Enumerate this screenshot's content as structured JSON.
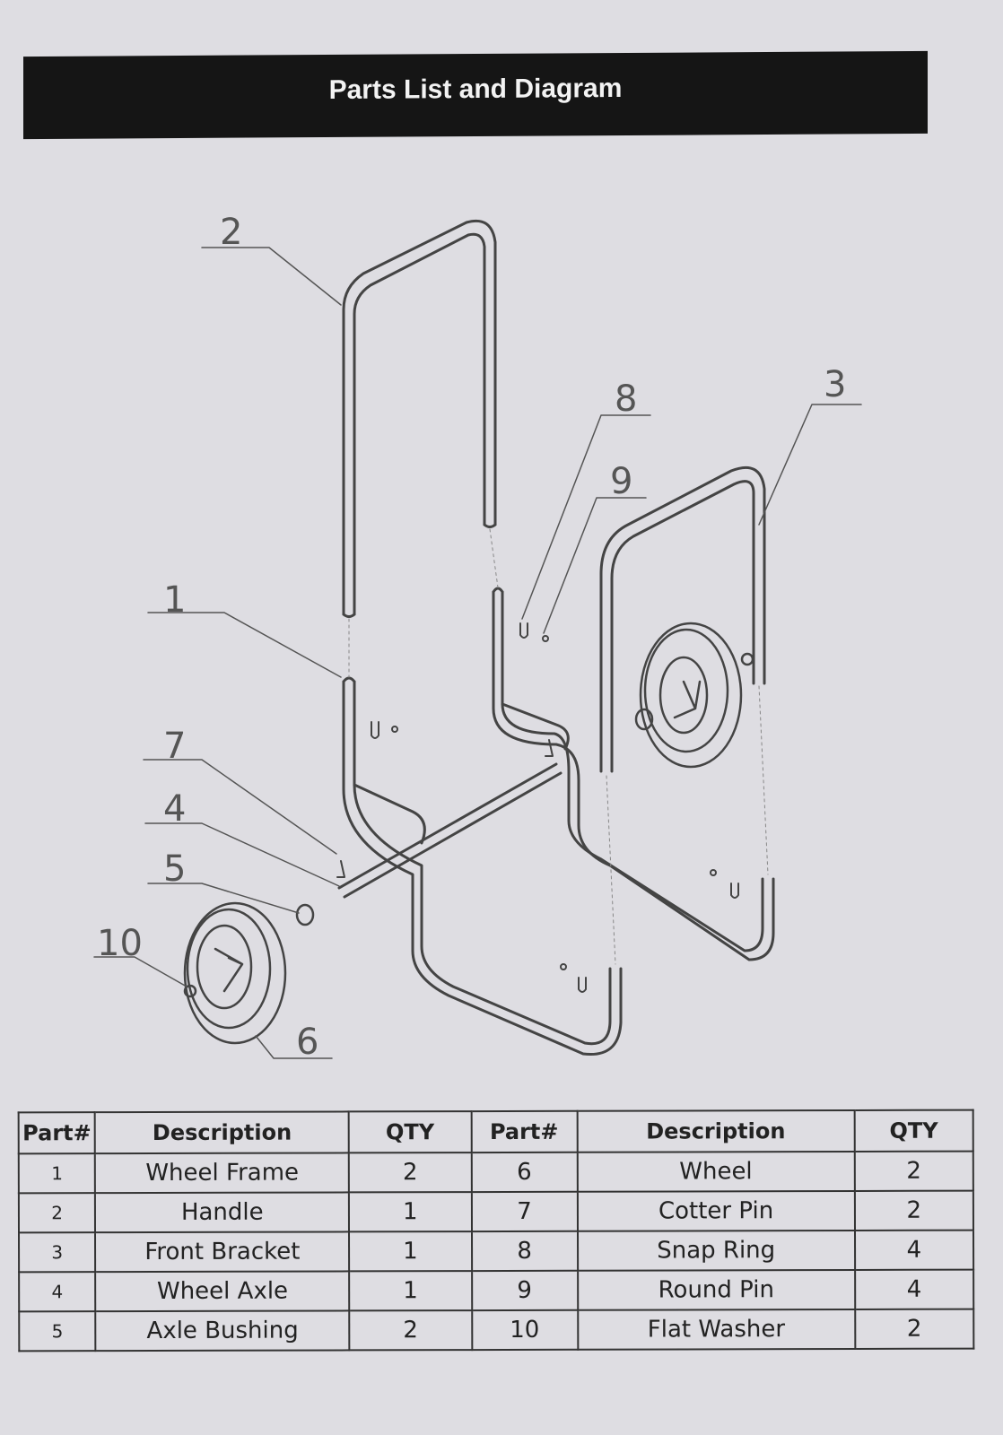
{
  "header": {
    "title": "Parts List and Diagram",
    "background_color": "#151515",
    "text_color": "#f3f3f3"
  },
  "diagram": {
    "callouts": [
      "1",
      "2",
      "3",
      "4",
      "5",
      "6",
      "7",
      "8",
      "9",
      "10"
    ],
    "line_color": "#444444"
  },
  "table": {
    "headers": [
      "Part#",
      "Description",
      "QTY",
      "Part#",
      "Description",
      "QTY"
    ],
    "rows": [
      [
        "1",
        "Wheel Frame",
        "2",
        "6",
        "Wheel",
        "2"
      ],
      [
        "2",
        "Handle",
        "1",
        "7",
        "Cotter Pin",
        "2"
      ],
      [
        "3",
        "Front Bracket",
        "1",
        "8",
        "Snap Ring",
        "4"
      ],
      [
        "4",
        "Wheel Axle",
        "1",
        "9",
        "Round Pin",
        "4"
      ],
      [
        "5",
        "Axle Bushing",
        "2",
        "10",
        "Flat Washer",
        "2"
      ]
    ]
  }
}
